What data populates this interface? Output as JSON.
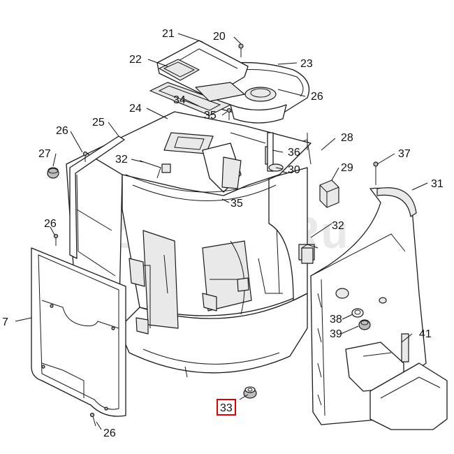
{
  "watermark": "Zip-Mat.Ru",
  "highlight_color": "#e00000",
  "callouts": [
    "21",
    "20",
    "22",
    "23",
    "34",
    "26",
    "24",
    "35",
    "25",
    "26",
    "28",
    "36",
    "27",
    "32",
    "37",
    "30",
    "29",
    "31",
    "35",
    "26",
    "32",
    "7",
    "38",
    "39",
    "41",
    "33",
    "26"
  ],
  "highlighted_part": "33"
}
